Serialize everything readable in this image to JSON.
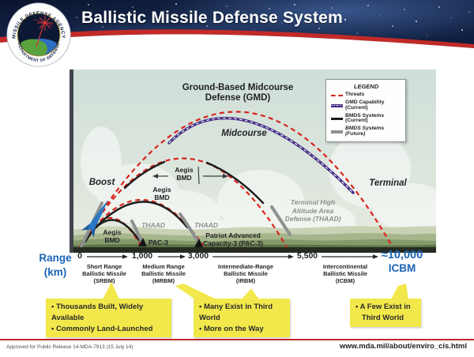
{
  "header": {
    "title": "Ballistic Missile Defense System",
    "logo": {
      "top_text": "MISSILE DEFENSE AGENCY",
      "bottom_text": "DEPARTMENT OF DEFENSE"
    }
  },
  "colors": {
    "accent_red": "#c22a28",
    "header_navy": "#0d1b3e",
    "threat_red": "#d8231d",
    "gmd_purple": "#462d85",
    "bmds_current_black": "#1c1c1c",
    "bmds_future_gray": "#8d9190",
    "callout_yellow": "#f2e84b",
    "range_blue": "#1a64b6"
  },
  "diagram": {
    "title": "Ground-Based Midcourse\nDefense (GMD)",
    "phase_boost": "Boost",
    "phase_midcourse": "Midcourse",
    "phase_terminal": "Terminal",
    "labels": {
      "aegis_top": "Aegis\nBMD",
      "aegis_mid": "Aegis\nBMD",
      "aegis_low": "Aegis\nBMD",
      "thaad_1": "THAAD",
      "thaad_2": "THAAD",
      "pac3": "PAC-3",
      "patriot": "Patriot Advanced\nCapacity-3 (PAC-3)",
      "thaad_full": "Terminal High\nAltitude Area\nDefense (THAAD)"
    },
    "legend": {
      "title": "LEGEND",
      "items": [
        {
          "label": "Threats",
          "style": "red-dashed"
        },
        {
          "label": "GMD Capability (Current)",
          "style": "purple-white-dashed"
        },
        {
          "label": "BMDS Systems (Current)",
          "style": "black-solid"
        },
        {
          "label": "BMDS Systems (Future)",
          "style": "gray-solid"
        }
      ]
    }
  },
  "axis": {
    "label": "Range\n(km)",
    "ticks": [
      "0",
      "1,000",
      "3,000",
      "5,500",
      "≈10,000"
    ],
    "icbm": "ICBM",
    "categories": [
      "Short Range\nBallistic Missile\n(SRBM)",
      "Medium Range\nBallistic Missile\n(MRBM)",
      "Intermediate-Range\nBallistic Missile\n(IRBM)",
      "Intercontinental\nBallistic Missile\n(ICBM)"
    ]
  },
  "callouts": [
    "• Thousands Built, Widely Available\n• Commonly Land-Launched",
    "• Many Exist in Third World\n• More on the Way",
    "• A Few Exist in\n   Third World"
  ],
  "footer": {
    "left": "Approved for Public Release 14-MDA-7913 (15 July 14)",
    "right": "www.mda.mil/about/enviro_cis.html"
  }
}
